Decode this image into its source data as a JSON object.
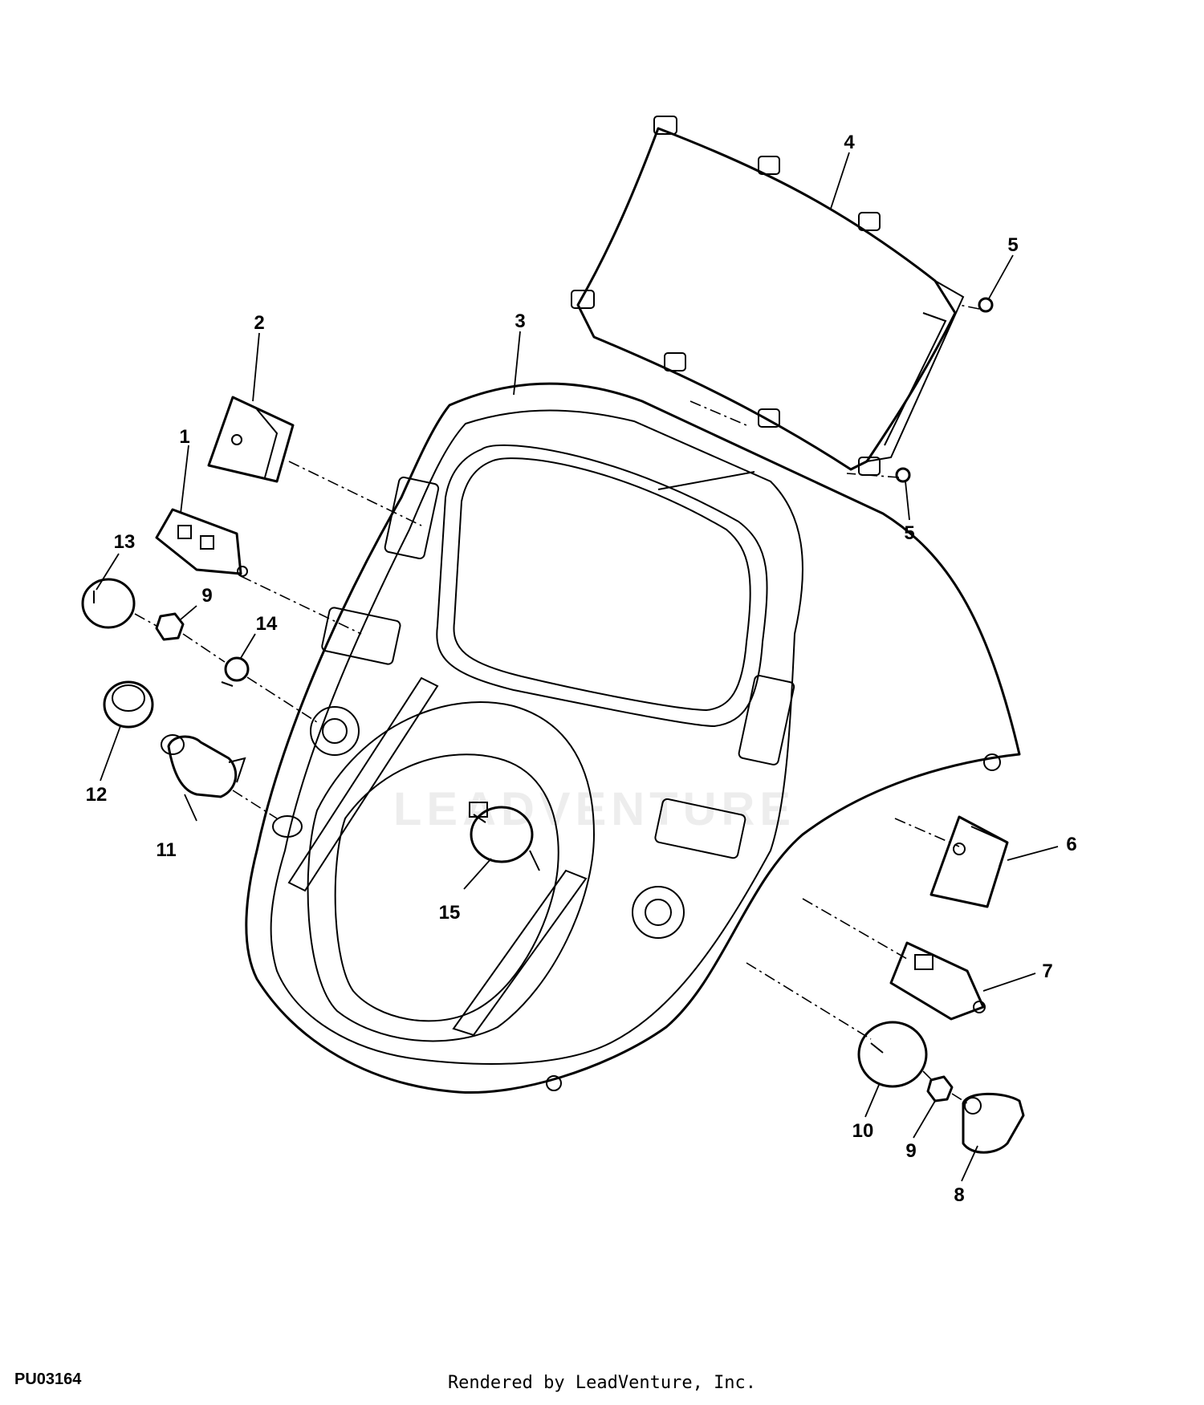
{
  "diagram": {
    "callouts": {
      "c1": "1",
      "c2": "2",
      "c3": "3",
      "c4": "4",
      "c5a": "5",
      "c5b": "5",
      "c6": "6",
      "c7": "7",
      "c8": "8",
      "c9a": "9",
      "c9b": "9",
      "c10": "10",
      "c11": "11",
      "c12": "12",
      "c13": "13",
      "c14": "14",
      "c15": "15"
    }
  },
  "watermark": "LEADVENTURE",
  "footer": {
    "code": "PU03164",
    "credit": "Rendered by LeadVenture, Inc."
  }
}
